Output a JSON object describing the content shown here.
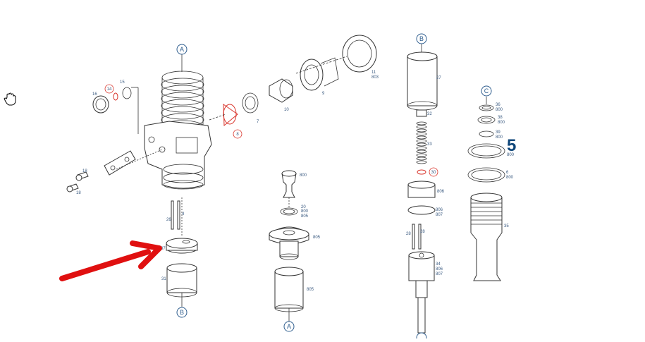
{
  "diagram": {
    "group_number": "5",
    "callouts": [
      "A",
      "B",
      "C"
    ],
    "part_labels": {
      "p14": "14",
      "p15": "15",
      "p16": "16",
      "p18a": "18",
      "p18b": "18",
      "p8": "8",
      "p7": "7",
      "p10": "10",
      "p9": "9",
      "p11": "11",
      "p803": "803",
      "p26": "26",
      "p4": "4",
      "p37": "37",
      "p31": "31",
      "p800a": "800",
      "p20": "20",
      "p800b": "800",
      "p805a": "805",
      "p805b": "805",
      "p805c": "805",
      "p27": "27",
      "p32": "32",
      "p33": "33",
      "p30": "30",
      "p806a": "806",
      "p806b": "806",
      "p807a": "807",
      "p28a": "28",
      "p28b": "28",
      "p34": "34",
      "p806c": "806",
      "p807b": "807",
      "p36": "36",
      "p800c": "800",
      "p38": "38",
      "p800d": "800",
      "p39": "39",
      "p800e": "800",
      "p800f": "800",
      "p6": "6",
      "p800g": "800",
      "p35": "35"
    }
  },
  "colors": {
    "label": "#3a5a80",
    "callout": "#2e5d8e",
    "highlight": "#d9342b",
    "arrow": "#e01010",
    "group_number": "#10477a"
  },
  "icons": {
    "cursor": "hand-cursor-icon",
    "pointer": "red-arrow"
  }
}
